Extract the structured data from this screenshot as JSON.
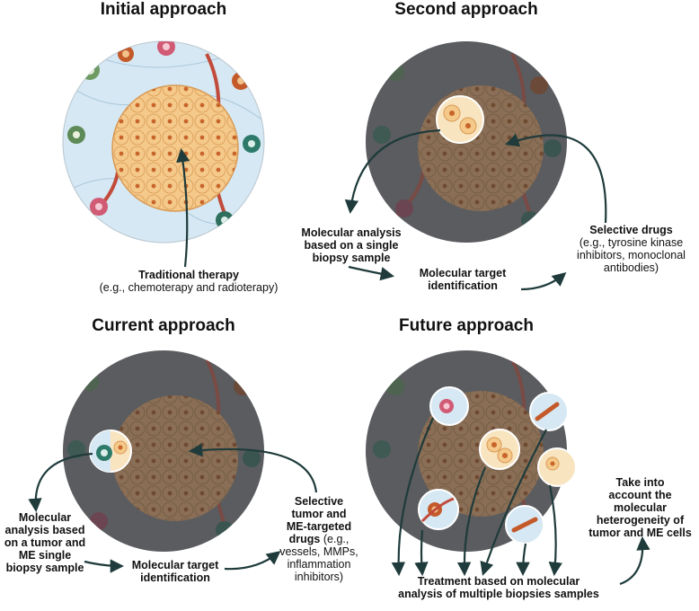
{
  "panels": {
    "initial": {
      "title": "Initial approach",
      "therapy_title": "Traditional therapy",
      "therapy_note": "(e.g., chemoterapy and radioterapy)"
    },
    "second": {
      "title": "Second approach",
      "analysis_l1": "Molecular analysis",
      "analysis_l2": "based on a single",
      "analysis_l3": "biopsy sample",
      "target_l1": "Molecular target",
      "target_l2": "identification",
      "drugs_title": "Selective drugs",
      "drugs_l1": "(e.g., tyrosine kinase",
      "drugs_l2": "inhibitors, monoclonal",
      "drugs_l3": "antibodies)"
    },
    "current": {
      "title": "Current approach",
      "analysis_l1": "Molecular",
      "analysis_l2": "analysis based",
      "analysis_l3": "on a tumor and",
      "analysis_l4": "ME single",
      "analysis_l5": "biopsy sample",
      "target_l1": "Molecular target",
      "target_l2": "identification",
      "drugs_l1": "Selective",
      "drugs_l2": "tumor and",
      "drugs_l3": "ME-targeted",
      "drugs_l4": "drugs",
      "drugs_l4b": "(e.g.,",
      "drugs_l5": "vessels, MMPs,",
      "drugs_l6": "inflammation",
      "drugs_l7": "inhibitors)"
    },
    "future": {
      "title": "Future approach",
      "treatment_l1": "Treatment based on molecular",
      "treatment_l2": "analysis of multiple biopsies samples",
      "hetero_l1": "Take into",
      "hetero_l2": "account the",
      "hetero_l3": "molecular",
      "hetero_l4": "heterogeneity of",
      "hetero_l5": "tumor and ME cells"
    }
  },
  "colors": {
    "background_light": "#d6e8f3",
    "background_dark": "#5a5c5f",
    "tumor": "#f4c98a",
    "tumor_dark": "#9a7a5a",
    "nucleus": "#c8652a",
    "arrow": "#1f3b3b",
    "vessel": "#c24a3a"
  }
}
